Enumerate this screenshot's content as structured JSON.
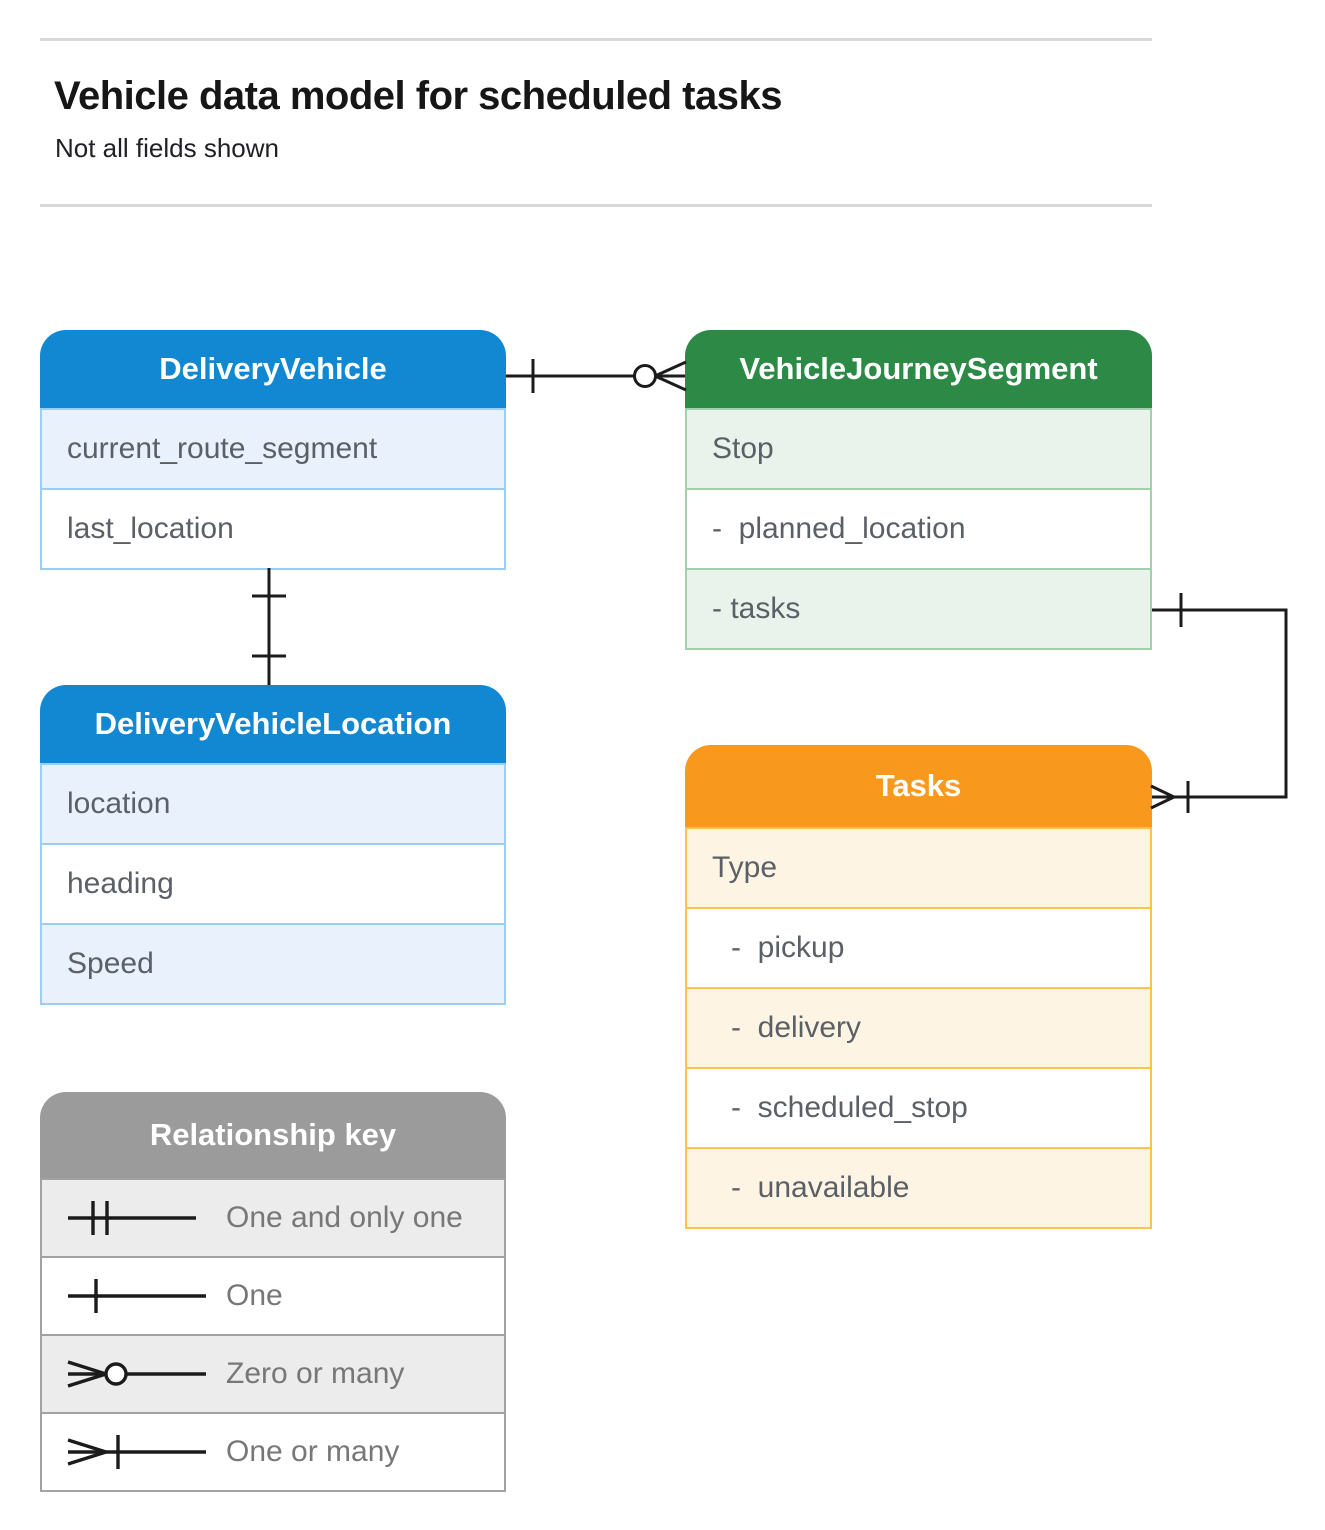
{
  "page": {
    "title": "Vehicle data model for scheduled tasks",
    "subtitle": "Not all fields shown"
  },
  "entities": [
    {
      "name": "DeliveryVehicle",
      "theme": "blue",
      "fields": [
        {
          "label": "current_route_segment"
        },
        {
          "label": "last_location"
        }
      ]
    },
    {
      "name": "VehicleJourneySegment",
      "theme": "green",
      "fields": [
        {
          "label": "Stop"
        },
        {
          "label": "-  planned_location",
          "sub": true
        },
        {
          "label": "- tasks",
          "sub": true
        }
      ]
    },
    {
      "name": "DeliveryVehicleLocation",
      "theme": "blue",
      "fields": [
        {
          "label": "location"
        },
        {
          "label": "heading"
        },
        {
          "label": "Speed"
        }
      ]
    },
    {
      "name": "Tasks",
      "theme": "orange",
      "fields": [
        {
          "label": "Type"
        },
        {
          "label": "-  pickup",
          "sub": true
        },
        {
          "label": "-  delivery",
          "sub": true
        },
        {
          "label": "-  scheduled_stop",
          "sub": true
        },
        {
          "label": "-  unavailable",
          "sub": true
        }
      ]
    }
  ],
  "relationships": [
    {
      "from": "DeliveryVehicle",
      "from_cardinality": "one",
      "to": "VehicleJourneySegment",
      "to_cardinality": "zero-or-many"
    },
    {
      "from": "DeliveryVehicle",
      "from_cardinality": "one",
      "to": "DeliveryVehicleLocation",
      "to_cardinality": "one"
    },
    {
      "from": "VehicleJourneySegment.tasks",
      "from_cardinality": "one",
      "to": "Tasks",
      "to_cardinality": "one-or-many"
    }
  ],
  "legend": {
    "title": "Relationship key",
    "items": [
      {
        "symbol": "one-and-only-one",
        "label": "One and only one"
      },
      {
        "symbol": "one",
        "label": "One"
      },
      {
        "symbol": "zero-or-many",
        "label": "Zero or many"
      },
      {
        "symbol": "one-or-many",
        "label": "One or many"
      }
    ]
  },
  "colors": {
    "blue_header": "#1288d2",
    "blue_tint": "#e8f1fc",
    "blue_border": "#9ccdf3",
    "green_header": "#2c8a46",
    "green_tint": "#e9f3ec",
    "green_border": "#a3cfad",
    "orange_header": "#f8991d",
    "orange_tint": "#fef4e4",
    "orange_border": "#fdc24d",
    "gray_header": "#9b9b9b",
    "gray_tint": "#ececec",
    "gray_border": "#a2a2a2",
    "connector_line": "#1b1b1b",
    "field_text": "#5b5f66",
    "title_text": "#161616"
  }
}
